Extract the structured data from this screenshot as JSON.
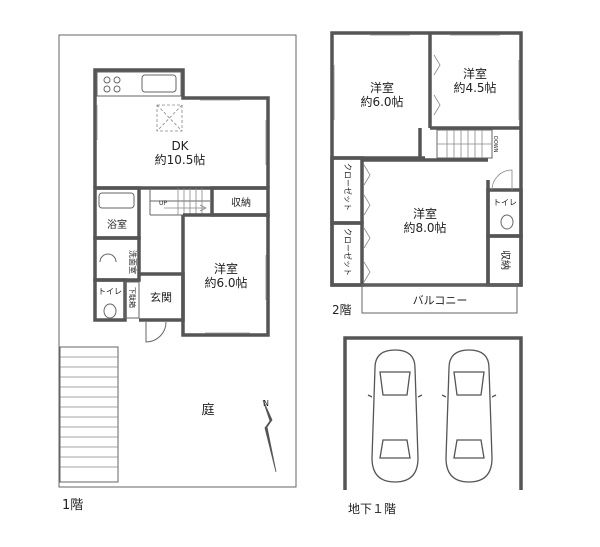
{
  "floor1": {
    "caption": "1階",
    "rooms": {
      "dk_name": "DK",
      "dk_size": "約10.5帖",
      "bath": "浴室",
      "washroom": "洗面室",
      "toilet": "トイレ",
      "shoe_box": "下駄箱",
      "entrance": "玄関",
      "storage": "収納",
      "western_name": "洋室",
      "western_size": "約6.0帖",
      "garden": "庭"
    },
    "stair_up": "UP",
    "north": "N"
  },
  "floor2": {
    "caption": "2階",
    "rooms": {
      "room1_name": "洋室",
      "room1_size": "約6.0帖",
      "room2_name": "洋室",
      "room2_size": "約4.5帖",
      "room3_name": "洋室",
      "room3_size": "約8.0帖",
      "closet1": "クローゼット",
      "closet2": "クローゼット",
      "toilet": "トイレ",
      "storage": "収納",
      "balcony": "バルコニー"
    },
    "stair_down": "DOWN"
  },
  "basement": {
    "caption": "地下１階"
  }
}
